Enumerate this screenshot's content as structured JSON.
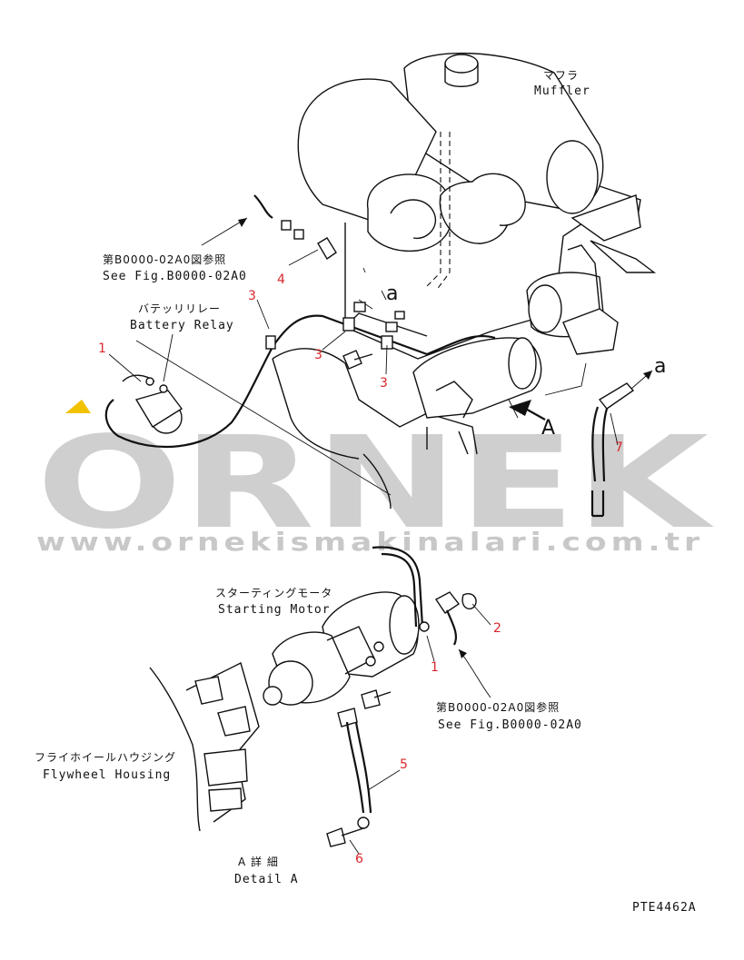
{
  "labels": {
    "muffler_jp": "マフラ",
    "muffler_en": "Muffler",
    "ref_top_jp": "第B0000-02A0図参照",
    "ref_top_en": "See Fig.B0000-02A0",
    "battery_relay_jp": "バテッリリレー",
    "battery_relay_en": "Battery Relay",
    "starting_motor_jp": "スターティングモータ",
    "starting_motor_en": "Starting Motor",
    "ref_bottom_jp": "第B0000-02A0図参照",
    "ref_bottom_en": "See Fig.B0000-02A0",
    "flywheel_jp": "フライホイールハウジング",
    "flywheel_en": "Flywheel Housing",
    "detail_jp": "A 詳 細",
    "detail_en": "Detail A",
    "view_a_upper": "a",
    "view_a_right": "a",
    "view_A": "A",
    "drawing_code": "PTE4462A"
  },
  "callouts": {
    "c1_top": "1",
    "c3_a": "3",
    "c3_b": "3",
    "c3_c": "3",
    "c4": "4",
    "c7": "7",
    "c2": "2",
    "c1_bottom": "1",
    "c5": "5",
    "c6": "6"
  },
  "watermark": {
    "brand": "ORNEK",
    "url": "www.ornekismakinalari.com.tr",
    "accent_color": "#f2c200",
    "text_color": "#cfcfcf"
  },
  "colors": {
    "line": "#111111",
    "callout": "#d8262c"
  }
}
